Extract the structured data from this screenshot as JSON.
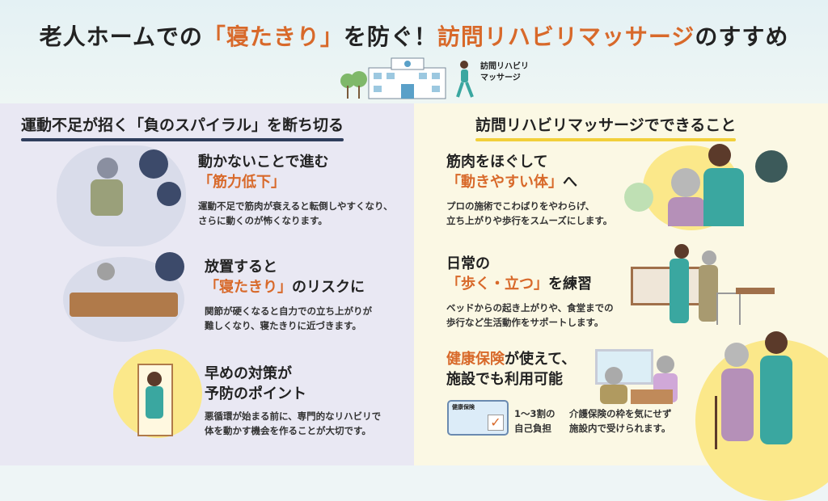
{
  "title": {
    "pre": "老人ホームでの",
    "hl": "「寝たきり」",
    "post": "を防ぐ！",
    "hl2": "訪問リハビリマッサージ",
    "end": "のすすめ"
  },
  "header_label": {
    "line1": "訪問リハビリ",
    "line2": "マッサージ"
  },
  "left": {
    "heading": "運動不足が招く「負のスパイラル」を断ち切る",
    "items": [
      {
        "h1": "動かないことで進む",
        "h2": "「筋力低下」",
        "h2b": "",
        "d1": "運動不足で筋肉が衰えると転倒しやすくなり、",
        "d2": "さらに動くのが怖くなります。"
      },
      {
        "h1": "放置すると",
        "h2": "「寝たきり」",
        "h2b": "のリスクに",
        "d1": "関節が硬くなると自力での立ち上がりが",
        "d2": "難しくなり、寝たきりに近づきます。"
      },
      {
        "h1": "早めの対策が",
        "h2": "",
        "h2b": "予防のポイント",
        "d1": "悪循環が始まる前に、専門的なリハビリで",
        "d2": "体を動かす機会を作ることが大切です。"
      }
    ]
  },
  "right": {
    "heading": "訪問リハビリマッサージでできること",
    "items": [
      {
        "h1": "筋肉をほぐして",
        "h2": "「動きやすい体」",
        "h2b": "へ",
        "d1": "プロの施術でこわばりをやわらげ、",
        "d2": "立ち上がりや歩行をスムーズにします。"
      },
      {
        "h1": "日常の",
        "h2": "「歩く・立つ」",
        "h2b": "を練習",
        "d1": "ベッドからの起き上がりや、食堂までの",
        "d2": "歩行など生活動作をサポートします。"
      },
      {
        "h1": "健康保険",
        "h1b": "が使えて、",
        "h2b": "施設でも利用可能",
        "card": "健康保険",
        "c1": "1〜3割の",
        "c2": "自己負担",
        "d1": "介護保険の枠を気にせず",
        "d2": "施設内で受けられます。"
      }
    ]
  },
  "colors": {
    "accent": "#d8692a",
    "navy": "#2f3e5c",
    "yellow": "#f2cf3a"
  }
}
